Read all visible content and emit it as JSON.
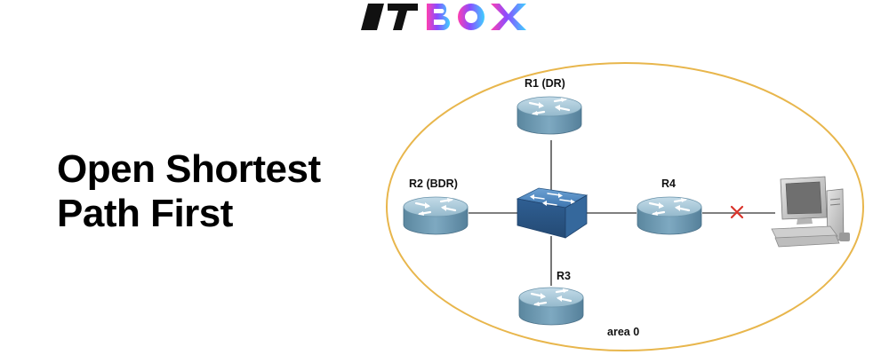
{
  "brand": {
    "logo_text": "ITBOX"
  },
  "headline": {
    "line1": "Open Shortest",
    "line2": "Path First"
  },
  "diagram": {
    "area_label": "area 0",
    "routers": [
      {
        "id": "r1",
        "label": "R1 (DR)"
      },
      {
        "id": "r2",
        "label": "R2 (BDR)"
      },
      {
        "id": "r3",
        "label": "R3"
      },
      {
        "id": "r4",
        "label": "R4"
      }
    ],
    "center_device": "switch",
    "end_host": "computer",
    "link_status_r4_host": "down",
    "colors": {
      "area_border": "#e8b64c",
      "router_body": "#6f9bb5",
      "router_top": "#a8c7d8",
      "switch": "#3f73a8",
      "link": "#555555",
      "link_fail_mark": "#d9342b"
    }
  }
}
